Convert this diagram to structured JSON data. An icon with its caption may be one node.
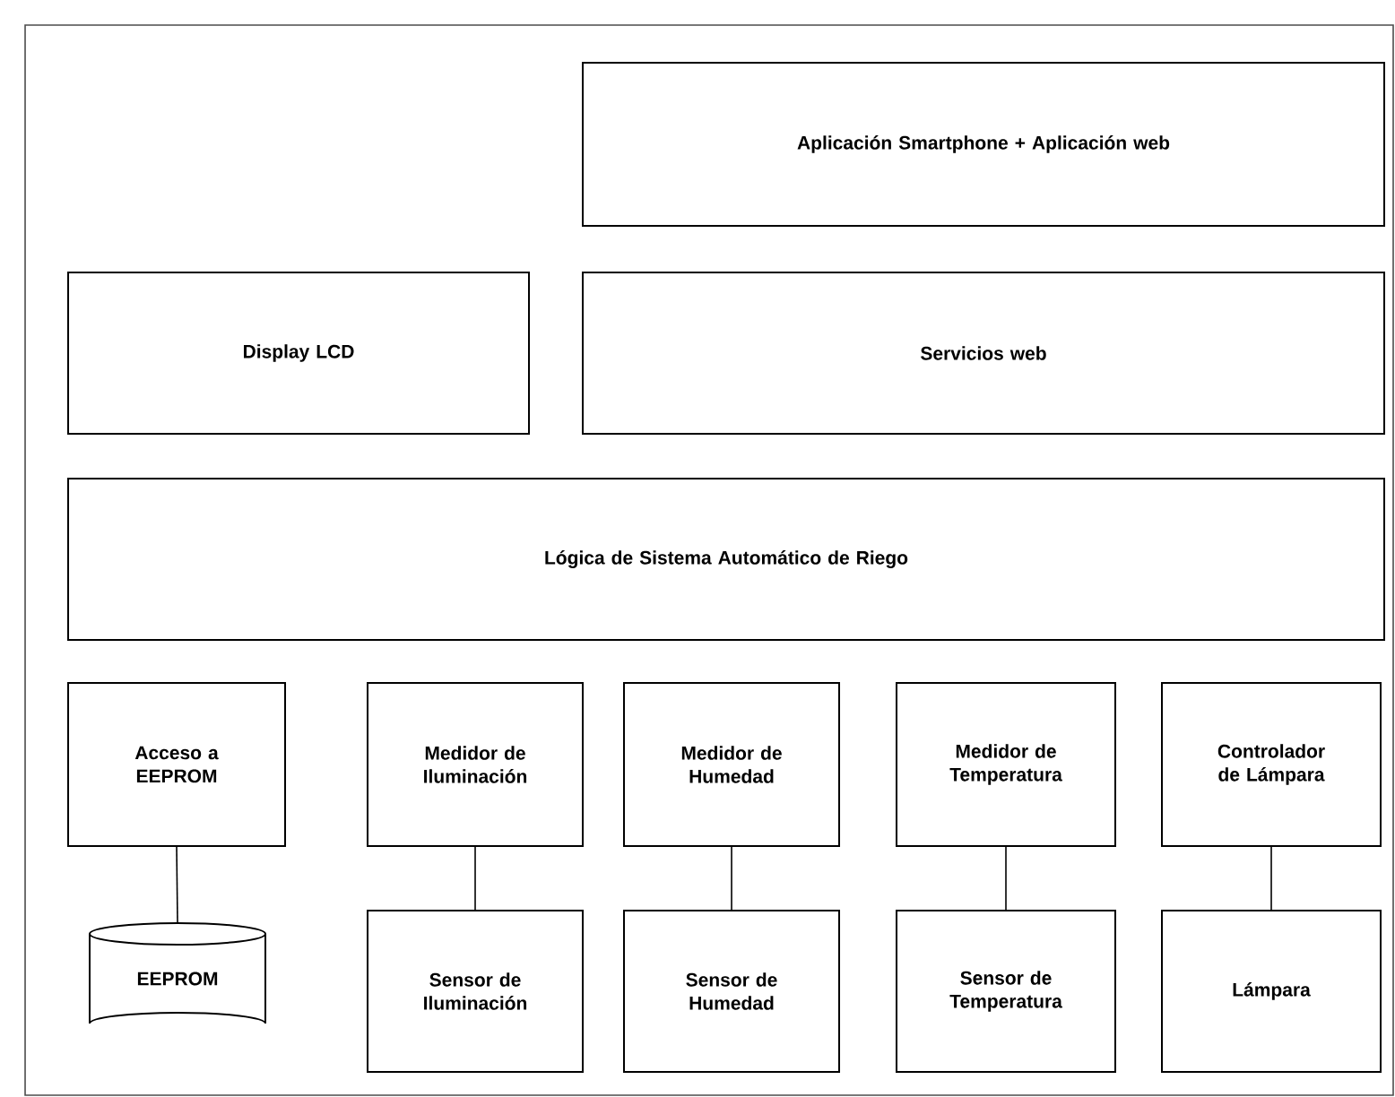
{
  "diagram": {
    "nodes": [
      {
        "text": [
          "Aplicación Smartphone + Aplicación web"
        ]
      },
      {
        "text": [
          "Display LCD"
        ]
      },
      {
        "text": [
          "Servicios web"
        ]
      },
      {
        "text": [
          "Lógica de Sistema Automático de Riego"
        ]
      },
      {
        "text": [
          "Acceso a EEPROM"
        ]
      },
      {
        "text": [
          "Medidor de Iluminación"
        ]
      },
      {
        "text": [
          "Medidor de Humedad"
        ]
      },
      {
        "text": [
          "Medidor de Temperatura"
        ]
      },
      {
        "text": [
          "Controlador de Lámpara"
        ]
      },
      {
        "text": [
          "EEPROM"
        ]
      },
      {
        "text": [
          "Sensor de Iluminación"
        ]
      },
      {
        "text": [
          "Sensor de Humedad"
        ]
      },
      {
        "text": [
          "Sensor de Temperatura"
        ]
      },
      {
        "text": [
          "Lámpara"
        ]
      }
    ],
    "edges": [
      {
        "from": 4,
        "to": 9,
        "arrow": "none"
      },
      {
        "from": 5,
        "to": 10,
        "arrow": "none"
      },
      {
        "from": 6,
        "to": 11,
        "arrow": "none"
      },
      {
        "from": 7,
        "to": 12,
        "arrow": "none"
      },
      {
        "from": 8,
        "to": 13,
        "arrow": "none"
      }
    ]
  }
}
